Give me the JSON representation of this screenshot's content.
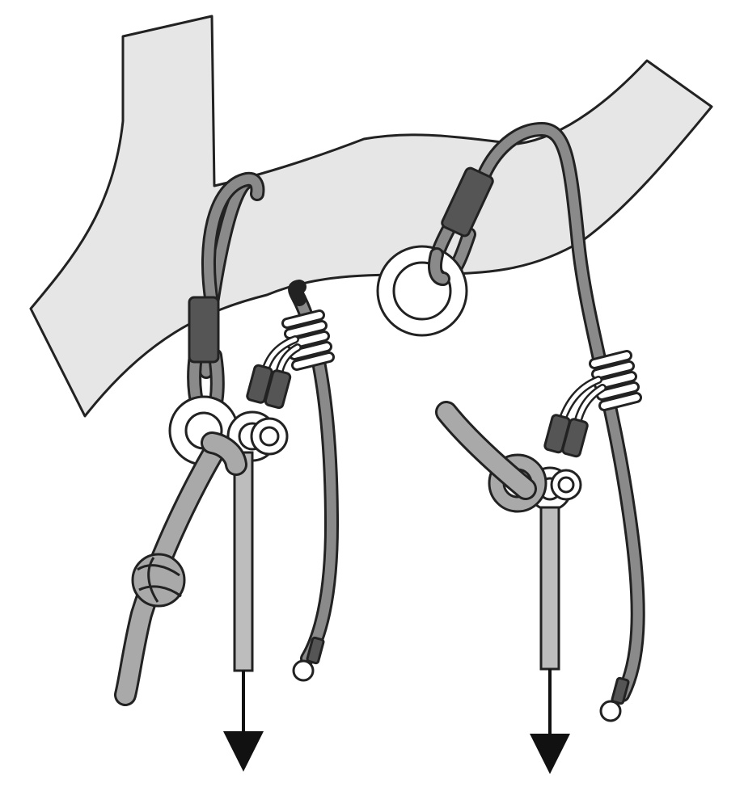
{
  "diagram": {
    "subject": "tree-branch-rigging",
    "colors": {
      "background": "#ffffff",
      "branch_fill": "#e6e6e6",
      "outline": "#222222",
      "rope_dark": "#8a8a8a",
      "rope_mid": "#a9a9a9",
      "rope_light": "#bdbdbd",
      "ring_fill": "#ffffff",
      "sleeve": "#555555",
      "arrow": "#111111"
    },
    "arrows": [
      {
        "name": "left-load-arrow",
        "direction": "down"
      },
      {
        "name": "right-load-arrow",
        "direction": "down"
      }
    ]
  }
}
